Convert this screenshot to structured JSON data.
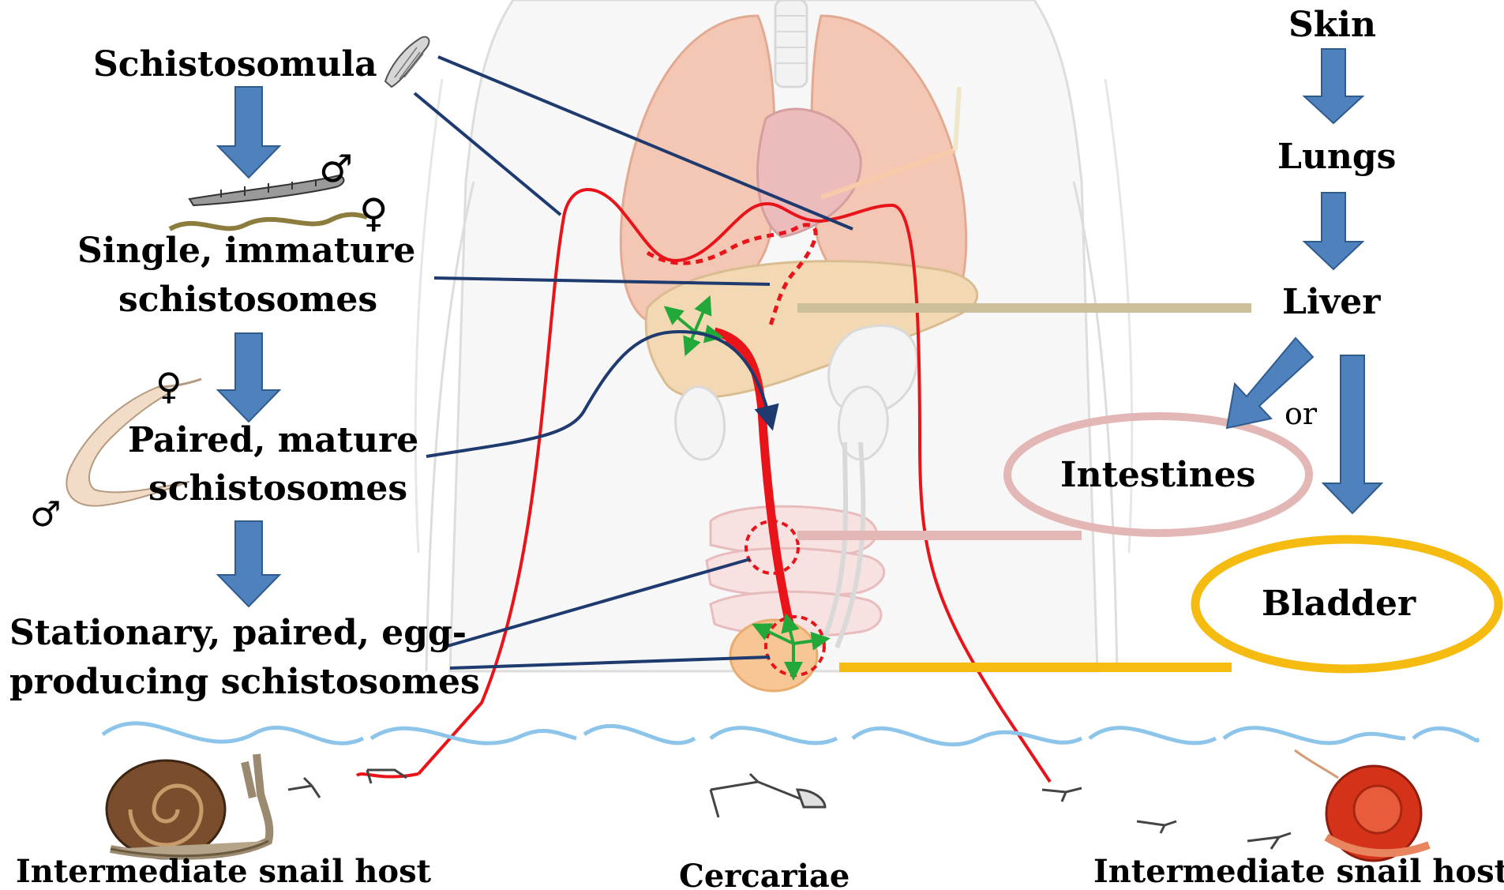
{
  "life_cycle_stages": [
    "Schistosomula",
    "Single, immature",
    "schistosomes",
    "Paired, mature",
    "schistosomes",
    "Stationary, paired, egg-",
    "producing schistosomes"
  ],
  "route": [
    "Skin",
    "Lungs",
    "Liver"
  ],
  "route_split_word": "or",
  "destinations": [
    "Intestines",
    "Bladder"
  ],
  "bottom_labels": {
    "left": "Intermediate snail host",
    "center": "Cercariae",
    "right": "Intermediate snail host"
  },
  "sex_symbols": {
    "male": "♂",
    "female": "♀"
  },
  "icons": [
    "snail-icon",
    "cercaria-icon",
    "schistosomulum-icon",
    "worm-pair-icon",
    "body-illustration"
  ],
  "colors": {
    "arrow_blue": "#4f81bd",
    "leader_navy": "#1f3a6e",
    "migration_red": "#e8141a",
    "migration_arrows_green": "#22a838",
    "water_blue": "#8cc4ea",
    "intestine_ring": "#e3b7b5",
    "bladder_ring": "#f6bb10",
    "liver_line": "#cbbf9c"
  }
}
